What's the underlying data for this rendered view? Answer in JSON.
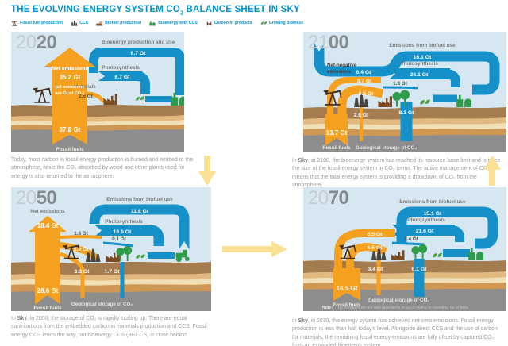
{
  "colors": {
    "title": "#0095D2",
    "blue": "#1590C8",
    "orange": "#F5A01E",
    "pale_yellow": "#FAE195",
    "sky": "#D7E7F1",
    "ground_brown": "#A57C50",
    "tan1": "#E2BA80",
    "cream": "#F1DFB6",
    "tan2": "#CE9753",
    "bedrock": "#8D8D8D",
    "caption": "#9C9C9C",
    "label_gray": "#7D7D7D",
    "label_dark": "#4F4F4F",
    "year_light": "#C6CCD1",
    "year_dark": "#868B90",
    "green": "#2E9C49",
    "leaf": "#44A33C",
    "derrick": "#473122",
    "factory_dark": "#4B443B",
    "factory_brown": "#7C4A1F",
    "product_red": "#8C2F1E"
  },
  "header": {
    "title_main": "THE EVOLVING ENERGY SYSTEM CO",
    "title_sub": "2",
    "title_rest": " BALANCE SHEET IN ",
    "title_brand": "SKY"
  },
  "legend": {
    "items": [
      {
        "id": "fossil",
        "label": "Fossil fuel production"
      },
      {
        "id": "ccs",
        "label": "CCS"
      },
      {
        "id": "biofuel",
        "label": "Biofuel production"
      },
      {
        "id": "beccs",
        "label": "Bioenergy with CCS"
      },
      {
        "id": "products",
        "label": "Carbon in products"
      },
      {
        "id": "biomass",
        "label": "Growing biomass"
      }
    ]
  },
  "panels": {
    "y2020": {
      "year_prefix": "20",
      "year_suffix": "20",
      "net_label": "Net emissions",
      "net_value": "35.2 Gt",
      "net_note1": "(all emissions",
      "net_note2": "are Gt of CO₂)",
      "bioenergy_label": "Bioenergy production and use",
      "bioenergy_value": "6.7 Gt",
      "photosynthesis_label": "Photosynthesis",
      "photosynthesis_value": "6.7 Gt",
      "materials_label": "Materials",
      "materials_value": "2.6 Gt",
      "fossil_value": "37.8 Gt",
      "fossil_label": "Fossil fuels",
      "caption": "Today, most carbon in fossil energy production is burned and emitted to the atmosphere, while the CO₂ absorbed by wood and other plants used for energy is also returned to the atmosphere."
    },
    "y2050": {
      "year_prefix": "20",
      "year_suffix": "50",
      "net_label": "Net emissions",
      "net_value": "18.4 Gt",
      "flow_materials": "1.8 Gt",
      "flow_ccs": "5.0 Gt",
      "flow_storage": "3.3 Gt",
      "biofuel_label": "Emissions from biofuel use",
      "biofuel_value": "11.8 Gt",
      "photosynthesis_label": "Photosynthesis",
      "photosynthesis_value": "13.6 Gt",
      "small_flow": "0.1 Gt",
      "beccs_value": "1.7 Gt",
      "fossil_value": "28.6 Gt",
      "fossil_label": "Fossil fuels",
      "storage_label": "Geological storage of CO₂",
      "caption_pre": "In ",
      "caption_brand": "Sky",
      "caption_rest": ", in 2050, the storage of CO₂ is rapidly scaling up. There are equal contributions from the embedded carbon in materials production and CCS. Fossil energy CCS leads the way, but bioenergy CCS (BECCS) is close behind."
    },
    "y2100": {
      "year_prefix": "21",
      "year_suffix": "00",
      "netneg_label1": "Net-negative",
      "netneg_label2": "emissions",
      "netneg_value": "6.4 Gt",
      "flow_upper": "3.7 Gt",
      "flow_lower": "6.5 Gt",
      "flow_storage": "2.6 Gt",
      "biofuel_label": "Emissions from biofuel use",
      "biofuel_value": "16.1 Gt",
      "photosynthesis_label": "Photosynthesis",
      "photosynthesis_value": "26.1 Gt",
      "small_flow": "1.8 Gt",
      "beccs_value": "8.3 Gt",
      "fossil_value": "13.7 Gt",
      "fossil_label": "Fossil fuels",
      "storage_label": "Geological storage of CO₂",
      "caption_pre": "In ",
      "caption_brand": "Sky",
      "caption_rest": ", at 2100, the bioenergy system has reached its resource base limit and is twice the size of the fossil energy system in CO₂ terms. The active management of CO₂ means that the total energy system is providing a drawdown of CO₂ from the atmosphere."
    },
    "y2070": {
      "year_prefix": "20",
      "year_suffix": "70",
      "flow_upper": "6.5 Gt",
      "flow_lower": "6.5 Gt",
      "small_flow": "0.4 Gt",
      "flow_storage": "3.4 Gt",
      "beccs_value": "6.1 Gt",
      "biofuel_label": "Emissions from biofuel use",
      "biofuel_value": "15.1 Gt",
      "photosynthesis_label": "Photosynthesis",
      "photosynthesis_value": "21.6 Gt",
      "fossil_value": "16.5 Gt",
      "fossil_label": "Fossil fuels",
      "storage_label": "Geological storage of CO₂",
      "note_prefix": "Note:",
      "note_text": " The numbers do not add up exactly in 2070 owing to rounding up of data.",
      "caption_pre": "In ",
      "caption_brand": "Sky",
      "caption_rest": ", in 2070, the energy system has achieved net-zero emissions. Fossil energy production is less than half today's level. Alongside direct CCS and the use of carbon for materials, the remaining fossil energy emissions are fully offset by captured CO₂ from an expanded bioenergy system."
    }
  }
}
